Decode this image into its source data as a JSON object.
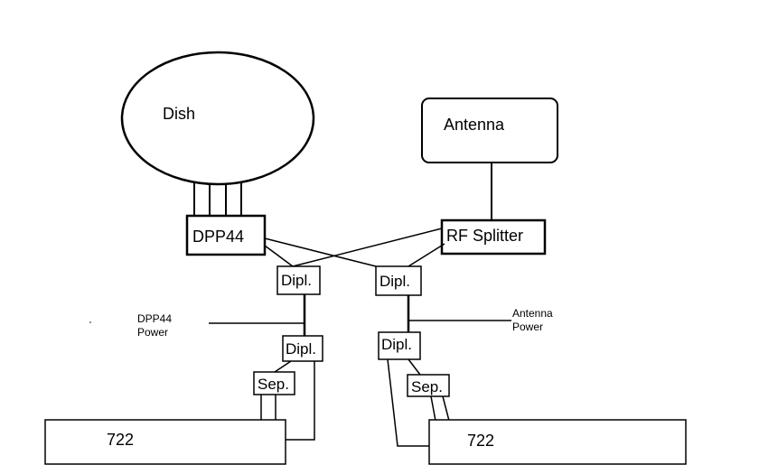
{
  "diagram": {
    "dish": "Dish",
    "antenna": "Antenna",
    "dpp44": "DPP44",
    "rf_splitter": "RF Splitter",
    "diplexer_left_top": "Dipl.",
    "diplexer_right_top": "Dipl.",
    "diplexer_left_bottom": "Dipl.",
    "diplexer_right_bottom": "Dipl.",
    "separator_left": "Sep.",
    "separator_right": "Sep.",
    "receiver_left": "722",
    "receiver_right": "722",
    "dpp44_power_line1": "DPP44",
    "dpp44_power_line2": "Power",
    "antenna_power_line1": "Antenna",
    "antenna_power_line2": "Power"
  }
}
